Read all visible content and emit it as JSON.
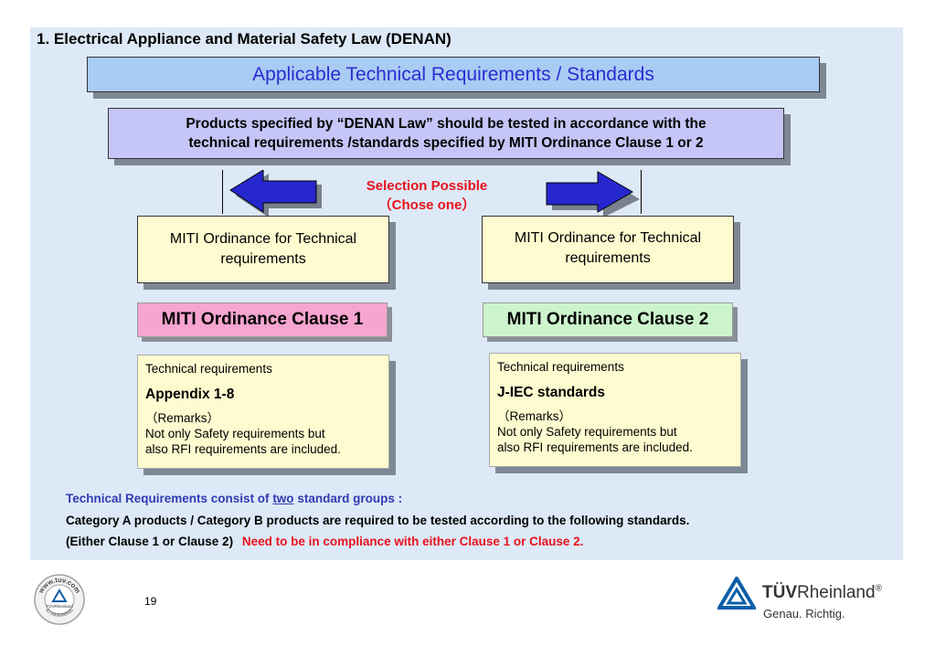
{
  "heading": "1. Electrical Appliance and Material Safety Law (DENAN)",
  "banner": "Applicable Technical Requirements / Standards",
  "denan_box": {
    "line1": "Products specified by “DENAN Law” should be tested in accordance with the",
    "line2": "technical requirements /standards specified by MITI Ordinance Clause 1 or 2"
  },
  "selection": {
    "line1": "Selection Possible",
    "line2": "（Chose one）"
  },
  "ordinance_left": "MITI Ordinance for Technical\nrequirements",
  "ordinance_right": "MITI Ordinance for Technical\nrequirements",
  "clause1": "MITI Ordinance Clause 1",
  "clause2": "MITI Ordinance Clause 2",
  "req_left": {
    "title": "Technical requirements",
    "standard": "Appendix 1-8",
    "remarks_label": "（Remarks）",
    "remarks_line1": "Not only Safety requirements but",
    "remarks_line2": "also RFI requirements are included."
  },
  "req_right": {
    "title": "Technical requirements",
    "standard": "J-IEC standards",
    "remarks_label": "（Remarks）",
    "remarks_line1": "Not only Safety requirements but",
    "remarks_line2": "also RFI requirements are included."
  },
  "notes": {
    "line1_pre": "Technical Requirements consist of ",
    "line1_underlined": "two",
    "line1_post": " standard groups :",
    "line2": "Category A products / Category B products are required to be tested according to the following standards.",
    "line3_black": "(Either Clause 1 or Clause 2)",
    "line3_red": "Need to be in compliance with either Clause 1 or Clause 2."
  },
  "page_number": "19",
  "footer": {
    "stamp_top": "www.tuv.com",
    "stamp_mid": "TÜVRheinland",
    "stamp_bottom": "ID 0000000000",
    "brand_bold": "TÜV",
    "brand_regular": "Rheinland",
    "registered": "®",
    "tagline": "Genau. Richtig."
  },
  "colors": {
    "panel": "#dde9f7",
    "banner": "#a9ccf4",
    "banner_text": "#2c2ccf",
    "denan_box": "#c5c5f7",
    "arrow": "#2727cf",
    "selection_text": "#e8121c",
    "ordinance_box": "#fefbd0",
    "clause1_box": "#f6a5d0",
    "clause2_box": "#cdf5cd",
    "note_blue": "#2f3cb3",
    "note_red": "#e8121c",
    "tuv_blue": "#0a5ea8"
  }
}
